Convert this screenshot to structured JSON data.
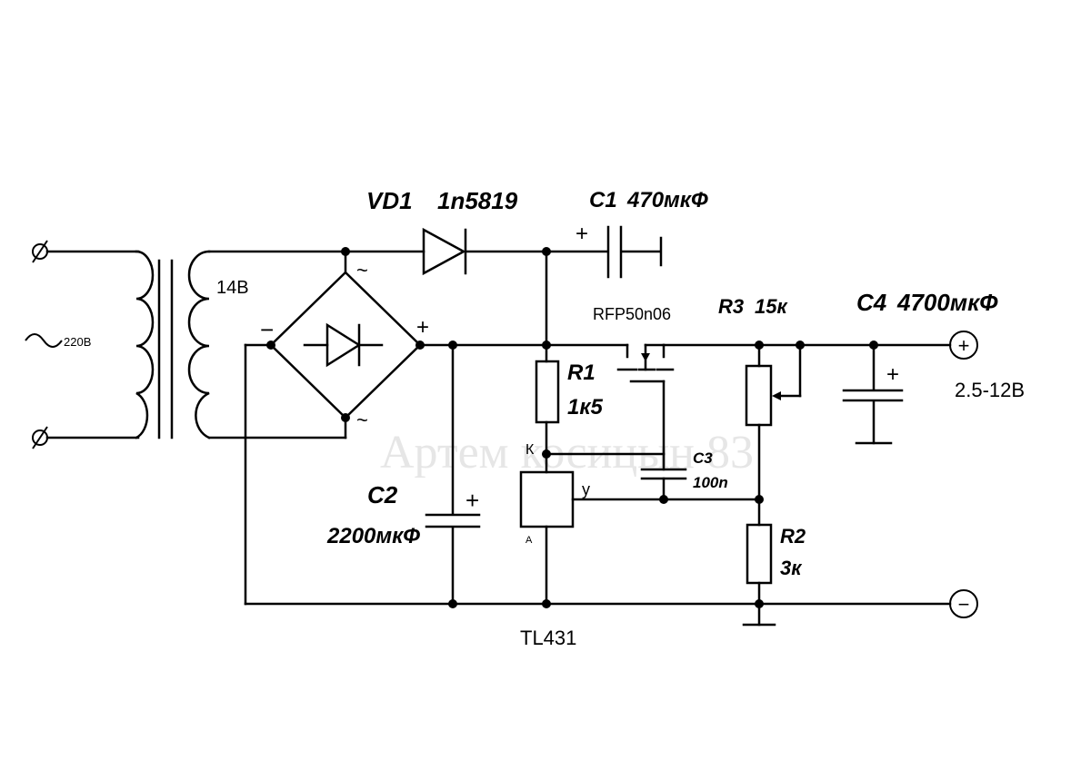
{
  "watermark": "Артем косицын 83",
  "source": {
    "voltage_label": "220В",
    "ac_symbol": "~"
  },
  "transformer": {
    "secondary_label": "14В"
  },
  "bridge": {
    "plus_label": "+",
    "minus_label": "−",
    "ac_top": "~",
    "ac_bottom": "~"
  },
  "components": {
    "vd1_name": "VD1",
    "vd1_value": "1n5819",
    "c1_name": "C1",
    "c1_value": "470мкФ",
    "c1_polarity": "+",
    "c2_name": "C2",
    "c2_value": "2200мкФ",
    "c2_polarity": "+",
    "c3_name": "C3",
    "c3_value": "100n",
    "c4_name": "C4",
    "c4_value": "4700мкФ",
    "c4_polarity": "+",
    "r1_name": "R1",
    "r1_value": "1к5",
    "r2_name": "R2",
    "r2_value": "3к",
    "r3_name": "R3",
    "r3_value": "15к",
    "mosfet_label": "RFP50n06",
    "tl431_label": "TL431",
    "tl431_pin_k": "К",
    "tl431_pin_a": "А",
    "tl431_pin_y": "у"
  },
  "output": {
    "plus_symbol": "+",
    "minus_symbol": "−",
    "range_label": "2.5-12В"
  }
}
